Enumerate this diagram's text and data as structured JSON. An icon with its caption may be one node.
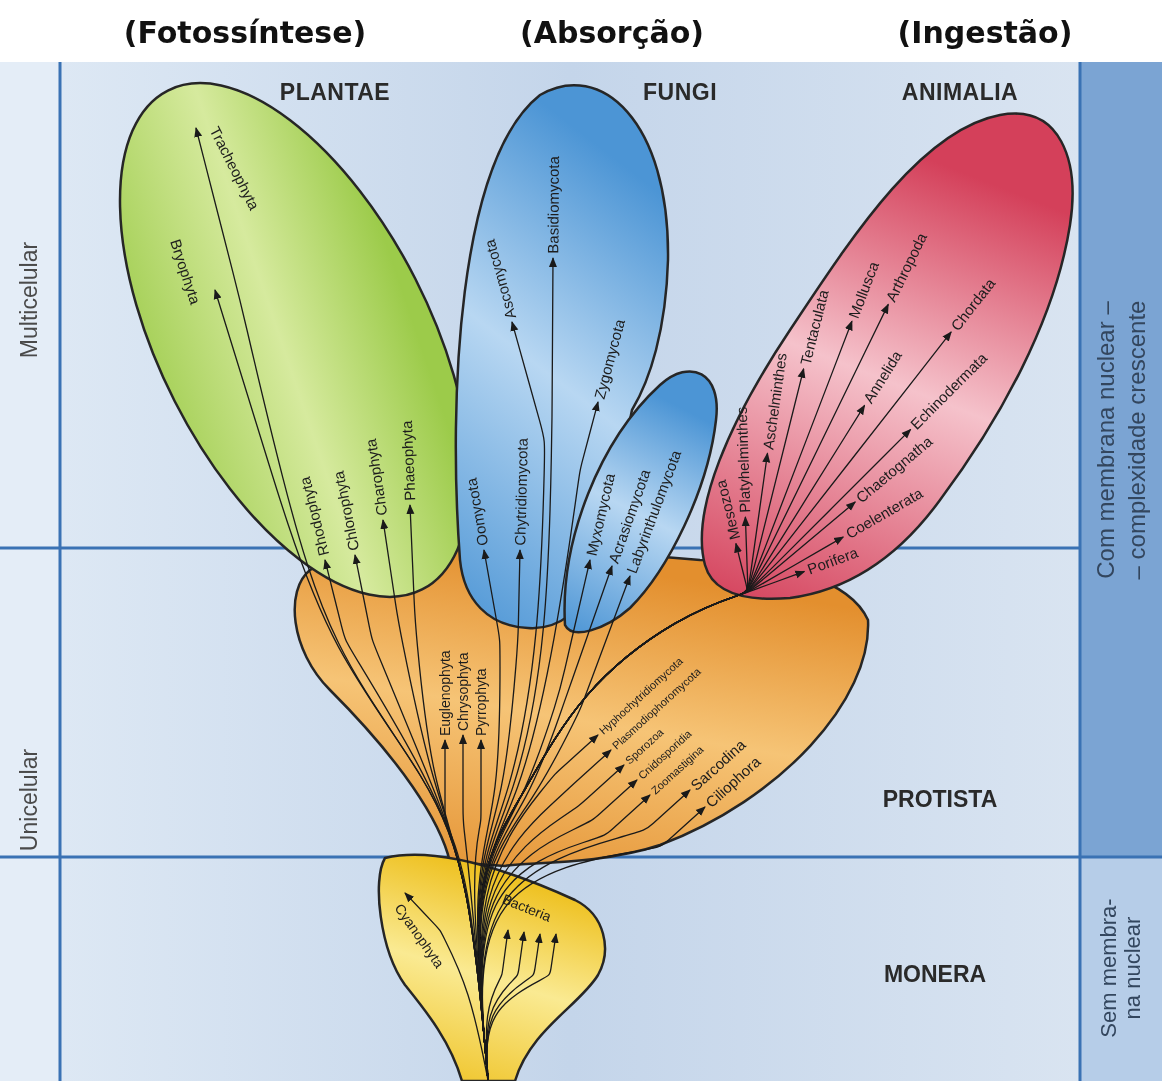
{
  "diagram": {
    "nodes": [
      {
        "text": [
          "PLANTAE"
        ]
      },
      {
        "text": [
          "Rhodophyta"
        ],
        "in": 0
      },
      {
        "text": [
          "Chlorophyta"
        ],
        "in": 0
      },
      {
        "text": [
          "Charophyta"
        ],
        "in": 0
      },
      {
        "text": [
          "Phaeophyta"
        ],
        "in": 0
      },
      {
        "text": [
          "Bryophyta"
        ],
        "in": 0
      },
      {
        "text": [
          "Tracheophyta"
        ],
        "in": 0
      },
      {
        "text": [
          "FUNGI"
        ]
      },
      {
        "text": [
          "Oomycota"
        ],
        "in": 7
      },
      {
        "text": [
          "Chytridiomycota"
        ],
        "in": 7
      },
      {
        "text": [
          "Ascomycota"
        ],
        "in": 7
      },
      {
        "text": [
          "Basidiomycota"
        ],
        "in": 7
      },
      {
        "text": [
          "Zygomycota"
        ],
        "in": 7
      },
      {
        "text": [
          "Myxomycota"
        ],
        "in": 7
      },
      {
        "text": [
          "Acrasiomycota"
        ],
        "in": 7
      },
      {
        "text": [
          "Labyrinthulomycota"
        ],
        "in": 7
      },
      {
        "text": [
          "ANIMALIA"
        ]
      },
      {
        "text": [
          "Mesozoa"
        ],
        "in": 16
      },
      {
        "text": [
          "Platyhelminthes"
        ],
        "in": 16
      },
      {
        "text": [
          "Aschelminthes"
        ],
        "in": 16
      },
      {
        "text": [
          "Tentaculata"
        ],
        "in": 16
      },
      {
        "text": [
          "Coelenterata"
        ],
        "in": 16
      },
      {
        "text": [
          "Chaetognatha"
        ],
        "in": 16
      },
      {
        "text": [
          "Porifera"
        ],
        "in": 16
      },
      {
        "text": [
          "Mollusca"
        ],
        "in": 16
      },
      {
        "text": [
          "Arthropoda"
        ],
        "in": 16
      },
      {
        "text": [
          "Annelida"
        ],
        "in": 16
      },
      {
        "text": [
          "Chordata"
        ],
        "in": 16
      },
      {
        "text": [
          "Echinodermata"
        ],
        "in": 16
      },
      {
        "text": [],
        "shape": "blob"
      },
      {
        "text": [
          "Euglenophyta"
        ],
        "in": 29
      },
      {
        "text": [
          "Chrysophyta"
        ],
        "in": 29
      },
      {
        "text": [
          "Pyrrophyta"
        ],
        "in": 29
      },
      {
        "text": [
          "Hyphochytridiomycota"
        ],
        "in": 29
      },
      {
        "text": [
          "Plasmodiophoromycota"
        ],
        "in": 29
      },
      {
        "text": [
          "Sporozoa"
        ],
        "in": 29
      },
      {
        "text": [
          "Cnidosporidia"
        ],
        "in": 29
      },
      {
        "text": [
          "Zoomastigina"
        ],
        "in": 29
      },
      {
        "text": [
          "Sarcodina"
        ],
        "in": 29
      },
      {
        "text": [
          "Ciliophora"
        ],
        "in": 29
      },
      {
        "text": [],
        "shape": "blob"
      },
      {
        "text": [
          "Cyanophyta"
        ],
        "in": 40
      },
      {
        "text": [
          "Bacteria"
        ],
        "in": 40
      }
    ],
    "edges": [
      {
        "from": 40,
        "to": 1,
        "arrow": "to"
      },
      {
        "from": 40,
        "to": 2,
        "arrow": "to"
      },
      {
        "from": 40,
        "to": 3,
        "arrow": "to"
      },
      {
        "from": 40,
        "to": 4,
        "arrow": "to"
      },
      {
        "from": 40,
        "to": 5,
        "arrow": "to"
      },
      {
        "from": 40,
        "to": 6,
        "arrow": "to"
      },
      {
        "from": 40,
        "to": 8,
        "arrow": "to"
      },
      {
        "from": 40,
        "to": 9,
        "arrow": "to"
      },
      {
        "from": 40,
        "to": 10,
        "arrow": "to"
      },
      {
        "from": 40,
        "to": 11,
        "arrow": "to"
      },
      {
        "from": 40,
        "to": 12,
        "arrow": "to"
      },
      {
        "from": 40,
        "to": 13,
        "arrow": "to"
      },
      {
        "from": 40,
        "to": 14,
        "arrow": "to"
      },
      {
        "from": 40,
        "to": 15,
        "arrow": "to"
      },
      {
        "from": 40,
        "to": 17,
        "arrow": "to"
      },
      {
        "from": 40,
        "to": 18,
        "arrow": "to"
      },
      {
        "from": 40,
        "to": 19,
        "arrow": "to"
      },
      {
        "from": 40,
        "to": 20,
        "arrow": "to"
      },
      {
        "from": 40,
        "to": 21,
        "arrow": "to"
      },
      {
        "from": 40,
        "to": 22,
        "arrow": "to"
      },
      {
        "from": 40,
        "to": 23,
        "arrow": "to"
      },
      {
        "from": 40,
        "to": 24,
        "arrow": "to"
      },
      {
        "from": 40,
        "to": 25,
        "arrow": "to"
      },
      {
        "from": 40,
        "to": 26,
        "arrow": "to"
      },
      {
        "from": 40,
        "to": 27,
        "arrow": "to"
      },
      {
        "from": 40,
        "to": 28,
        "arrow": "to"
      },
      {
        "from": 40,
        "to": 30,
        "arrow": "to"
      },
      {
        "from": 40,
        "to": 31,
        "arrow": "to"
      },
      {
        "from": 40,
        "to": 32,
        "arrow": "to"
      },
      {
        "from": 40,
        "to": 33,
        "arrow": "to"
      },
      {
        "from": 40,
        "to": 34,
        "arrow": "to"
      },
      {
        "from": 40,
        "to": 35,
        "arrow": "to"
      },
      {
        "from": 40,
        "to": 36,
        "arrow": "to"
      },
      {
        "from": 40,
        "to": 37,
        "arrow": "to"
      },
      {
        "from": 40,
        "to": 38,
        "arrow": "to"
      },
      {
        "from": 40,
        "to": 39,
        "arrow": "to"
      },
      {
        "from": 40,
        "to": 41,
        "arrow": "to"
      },
      {
        "from": 40,
        "to": 42,
        "arrow": "to"
      },
      {
        "from": 40,
        "to": 42,
        "arrow": "to"
      },
      {
        "from": 40,
        "to": 42,
        "arrow": "to"
      },
      {
        "from": 40,
        "to": 42,
        "arrow": "to"
      }
    ],
    "labels": [
      "(Fotossíntese)",
      "(Absorção)",
      "(Ingestão)",
      "Multicelular",
      "Com membrana nuclear –",
      "– complexidade crescente",
      "Unicelular",
      "PROTISTA",
      "MONERA",
      "Sem membra- na nuclear"
    ]
  }
}
